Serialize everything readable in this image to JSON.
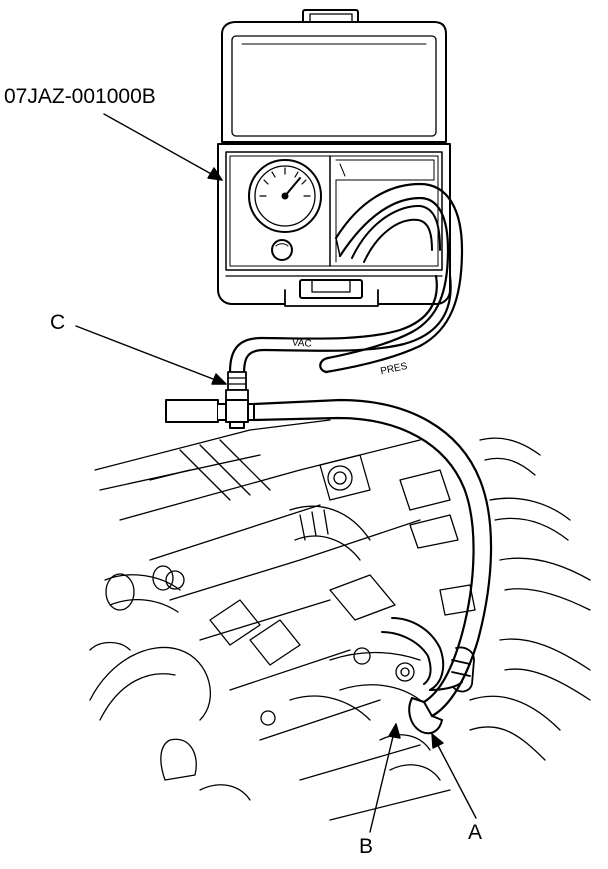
{
  "labels": {
    "part_number": "07JAZ-001000B",
    "callout_c": "C",
    "callout_b": "B",
    "callout_a": "A",
    "hose_vac": "VAC",
    "hose_pres": "PRES"
  },
  "colors": {
    "line": "#000000",
    "background": "#ffffff"
  }
}
